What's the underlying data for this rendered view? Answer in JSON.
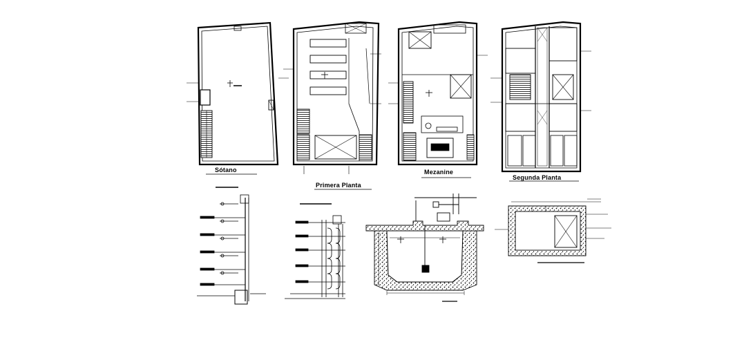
{
  "drawing": {
    "plan_labels": {
      "sotano": "Sótano",
      "primera_planta": "Primera Planta",
      "mezanine": "Mezanine",
      "segunda_planta": "Segunda Planta"
    },
    "line_color": "#000000",
    "hatch_color": "#000000",
    "background": "#ffffff"
  }
}
